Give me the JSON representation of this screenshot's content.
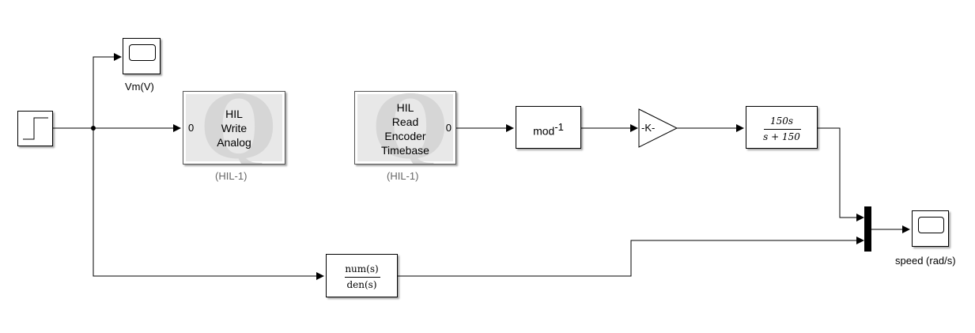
{
  "scope_vm": {
    "label": "Vm(V)"
  },
  "hil_write": {
    "lines": [
      "HIL",
      "Write",
      "Analog"
    ],
    "port": "0",
    "caption": "(HIL-1)"
  },
  "hil_read": {
    "lines": [
      "HIL",
      "Read",
      "Encoder",
      "Timebase"
    ],
    "port": "0",
    "caption": "(HIL-1)"
  },
  "mod_block": {
    "text": "mod",
    "superscript": "-1"
  },
  "gain_block": {
    "text": "-K-"
  },
  "tf_block": {
    "numerator": "150s",
    "denominator": "s + 150"
  },
  "numden_block": {
    "numerator": "num(s)",
    "denominator": "den(s)"
  },
  "scope_speed": {
    "label": "speed (rad/s)"
  }
}
